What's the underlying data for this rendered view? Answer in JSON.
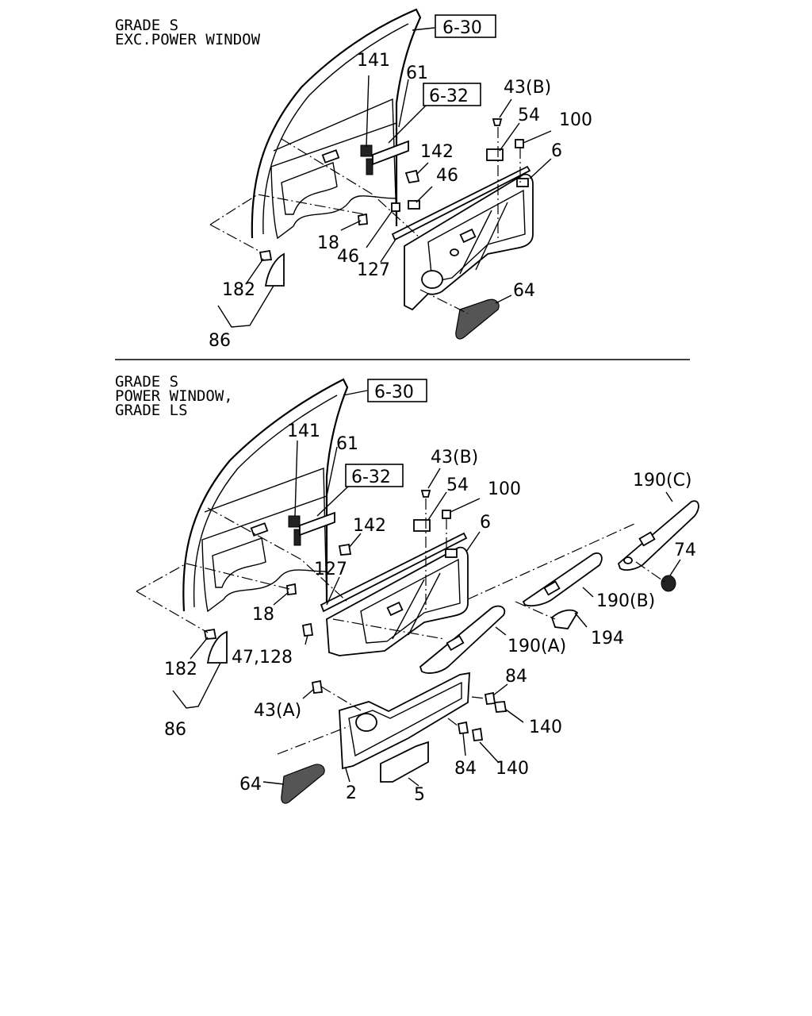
{
  "sections": [
    {
      "grade_lines": [
        "GRADE S",
        "EXC.POWER WINDOW"
      ],
      "ref_boxes": [
        "6-30",
        "6-32"
      ],
      "callouts": [
        "141",
        "61",
        "43(B)",
        "54",
        "100",
        "142",
        "6",
        "46",
        "18",
        "46",
        "127",
        "182",
        "64",
        "86"
      ]
    },
    {
      "grade_lines": [
        "GRADE S",
        "POWER WINDOW,",
        "GRADE LS"
      ],
      "ref_boxes": [
        "6-30",
        "6-32"
      ],
      "callouts": [
        "141",
        "61",
        "43(B)",
        "54",
        "100",
        "190(C)",
        "142",
        "6",
        "74",
        "127",
        "190(B)",
        "18",
        "194",
        "47,128",
        "190(A)",
        "182",
        "84",
        "43(A)",
        "140",
        "86",
        "84",
        "140",
        "64",
        "2",
        "5"
      ]
    }
  ]
}
